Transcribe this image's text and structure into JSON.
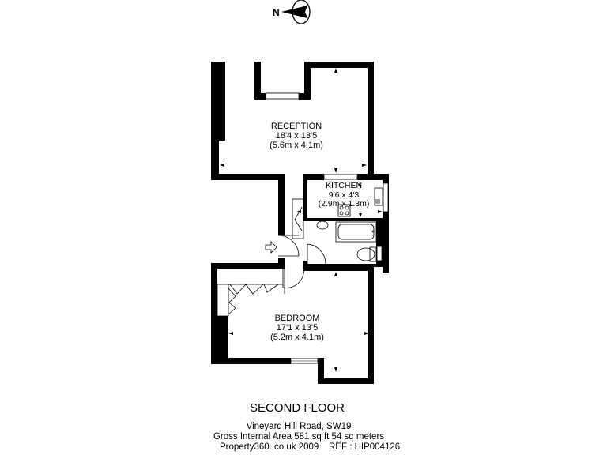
{
  "compass": {
    "label": "N",
    "icon": "north-arrow-icon"
  },
  "rooms": [
    {
      "name": "RECEPTION",
      "imperial": "18'4 x 13'5",
      "metric": "(5.6m x 4.1m)"
    },
    {
      "name": "KITCHEN",
      "imperial": "9'6 x 4'3",
      "metric": "(2.9m x 1.3m)"
    },
    {
      "name": "BEDROOM",
      "imperial": "17'1 x 13'5",
      "metric": "(5.2m x 4.1m)"
    }
  ],
  "floor": {
    "title": "SECOND FLOOR"
  },
  "footer": {
    "address": "Vineyard Hill Road, SW19",
    "area": "Gross Internal Area 581 sq ft 54 sq meters",
    "credit": "Property360. co.uk 2009",
    "ref": "REF : HIP004126"
  },
  "icons": [
    "north-arrow-icon",
    "entrance-arrow-icon",
    "hob-icon",
    "sink-icon",
    "bath-icon",
    "toilet-icon",
    "basin-icon",
    "door-swing-icon",
    "window-icon"
  ],
  "colors": {
    "wall": "#000000",
    "background": "#ffffff"
  }
}
